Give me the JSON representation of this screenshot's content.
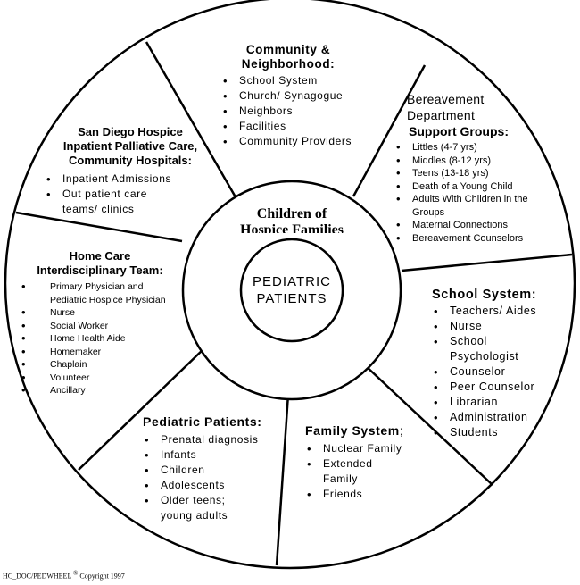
{
  "hub": {
    "title_line1": "Children of",
    "title_line2": "Hospice Families",
    "core_line1": "PEDIATRIC",
    "core_line2": "PATIENTS"
  },
  "community": {
    "heading_line1": "Community &",
    "heading_line2": "Neighborhood:",
    "items": [
      "School System",
      "Church/ Synagogue",
      "Neighbors",
      "Facilities",
      "Community Providers"
    ]
  },
  "bereavement": {
    "dept_line1": "Bereavement",
    "dept_line2": "Department",
    "heading": "Support Groups:",
    "items": [
      "Littles (4-7 yrs)",
      "Middles (8-12 yrs)",
      "Teens  (13-18 yrs)",
      " Death of a Young Child",
      "Adults With Children in the Groups",
      "Maternal Connections",
      "Bereavement Counselors"
    ]
  },
  "school": {
    "heading": "School System:",
    "items": [
      "Teachers/ Aides",
      "Nurse",
      "School Psychologist",
      "Counselor",
      "Peer Counselor",
      "Librarian",
      "Administration",
      "Students"
    ]
  },
  "family": {
    "heading": "Family System",
    "heading_suffix": ";",
    "items": [
      "Nuclear Family",
      "Extended Family",
      "Friends"
    ]
  },
  "pediatric": {
    "heading": "Pediatric Patients:",
    "items": [
      "Prenatal diagnosis",
      "Infants",
      "Children",
      "Adolescents",
      "Older teens; young adults"
    ]
  },
  "homecare": {
    "heading_line1": "Home Care",
    "heading_line2": "Interdisciplinary Team:",
    "items": [
      "Primary Physician and Pediatric Hospice Physician",
      "Nurse",
      "Social Worker",
      "Home Health Aide",
      "Homemaker",
      "Chaplain",
      "Volunteer",
      "Ancillary"
    ]
  },
  "sandiego": {
    "heading_line1": "San Diego Hospice",
    "heading_line2": "Inpatient Palliative Care,",
    "heading_line3": "Community Hospitals:",
    "items": [
      "Inpatient Admissions",
      "Out patient care teams/ clinics"
    ]
  },
  "footer": {
    "code": "HC_DOC/PEDWHEEL",
    "mark": "®",
    "copyright": "Copyright 1997"
  }
}
